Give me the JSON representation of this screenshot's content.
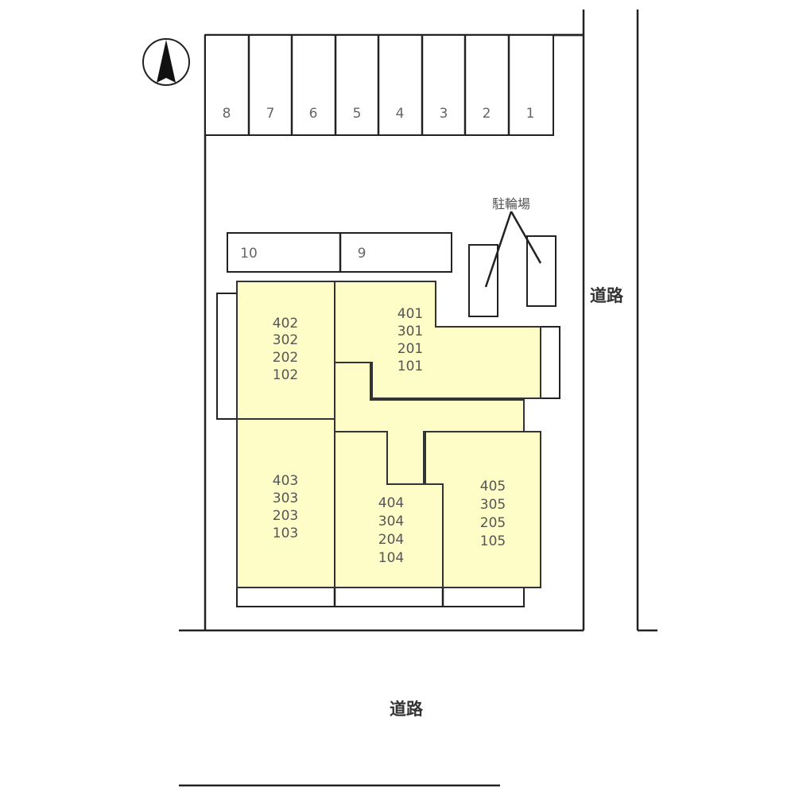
{
  "compass": {
    "label": "north-arrow"
  },
  "parking": {
    "top_row": [
      "8",
      "7",
      "6",
      "5",
      "4",
      "3",
      "2",
      "1"
    ],
    "middle_row": [
      "10",
      "9"
    ]
  },
  "bicycle_parking": {
    "label": "駐輪場"
  },
  "roads": {
    "east": "道路",
    "south": "道路"
  },
  "buildings": [
    {
      "id": "unit-x02",
      "rooms": [
        "402",
        "302",
        "202",
        "102"
      ]
    },
    {
      "id": "unit-x01",
      "rooms": [
        "401",
        "301",
        "201",
        "101"
      ]
    },
    {
      "id": "unit-x03",
      "rooms": [
        "403",
        "303",
        "203",
        "103"
      ]
    },
    {
      "id": "unit-x04",
      "rooms": [
        "404",
        "304",
        "204",
        "104"
      ]
    },
    {
      "id": "unit-x05",
      "rooms": [
        "405",
        "305",
        "205",
        "105"
      ]
    }
  ],
  "colors": {
    "building_fill": "#fefdc8",
    "line": "#222222"
  }
}
